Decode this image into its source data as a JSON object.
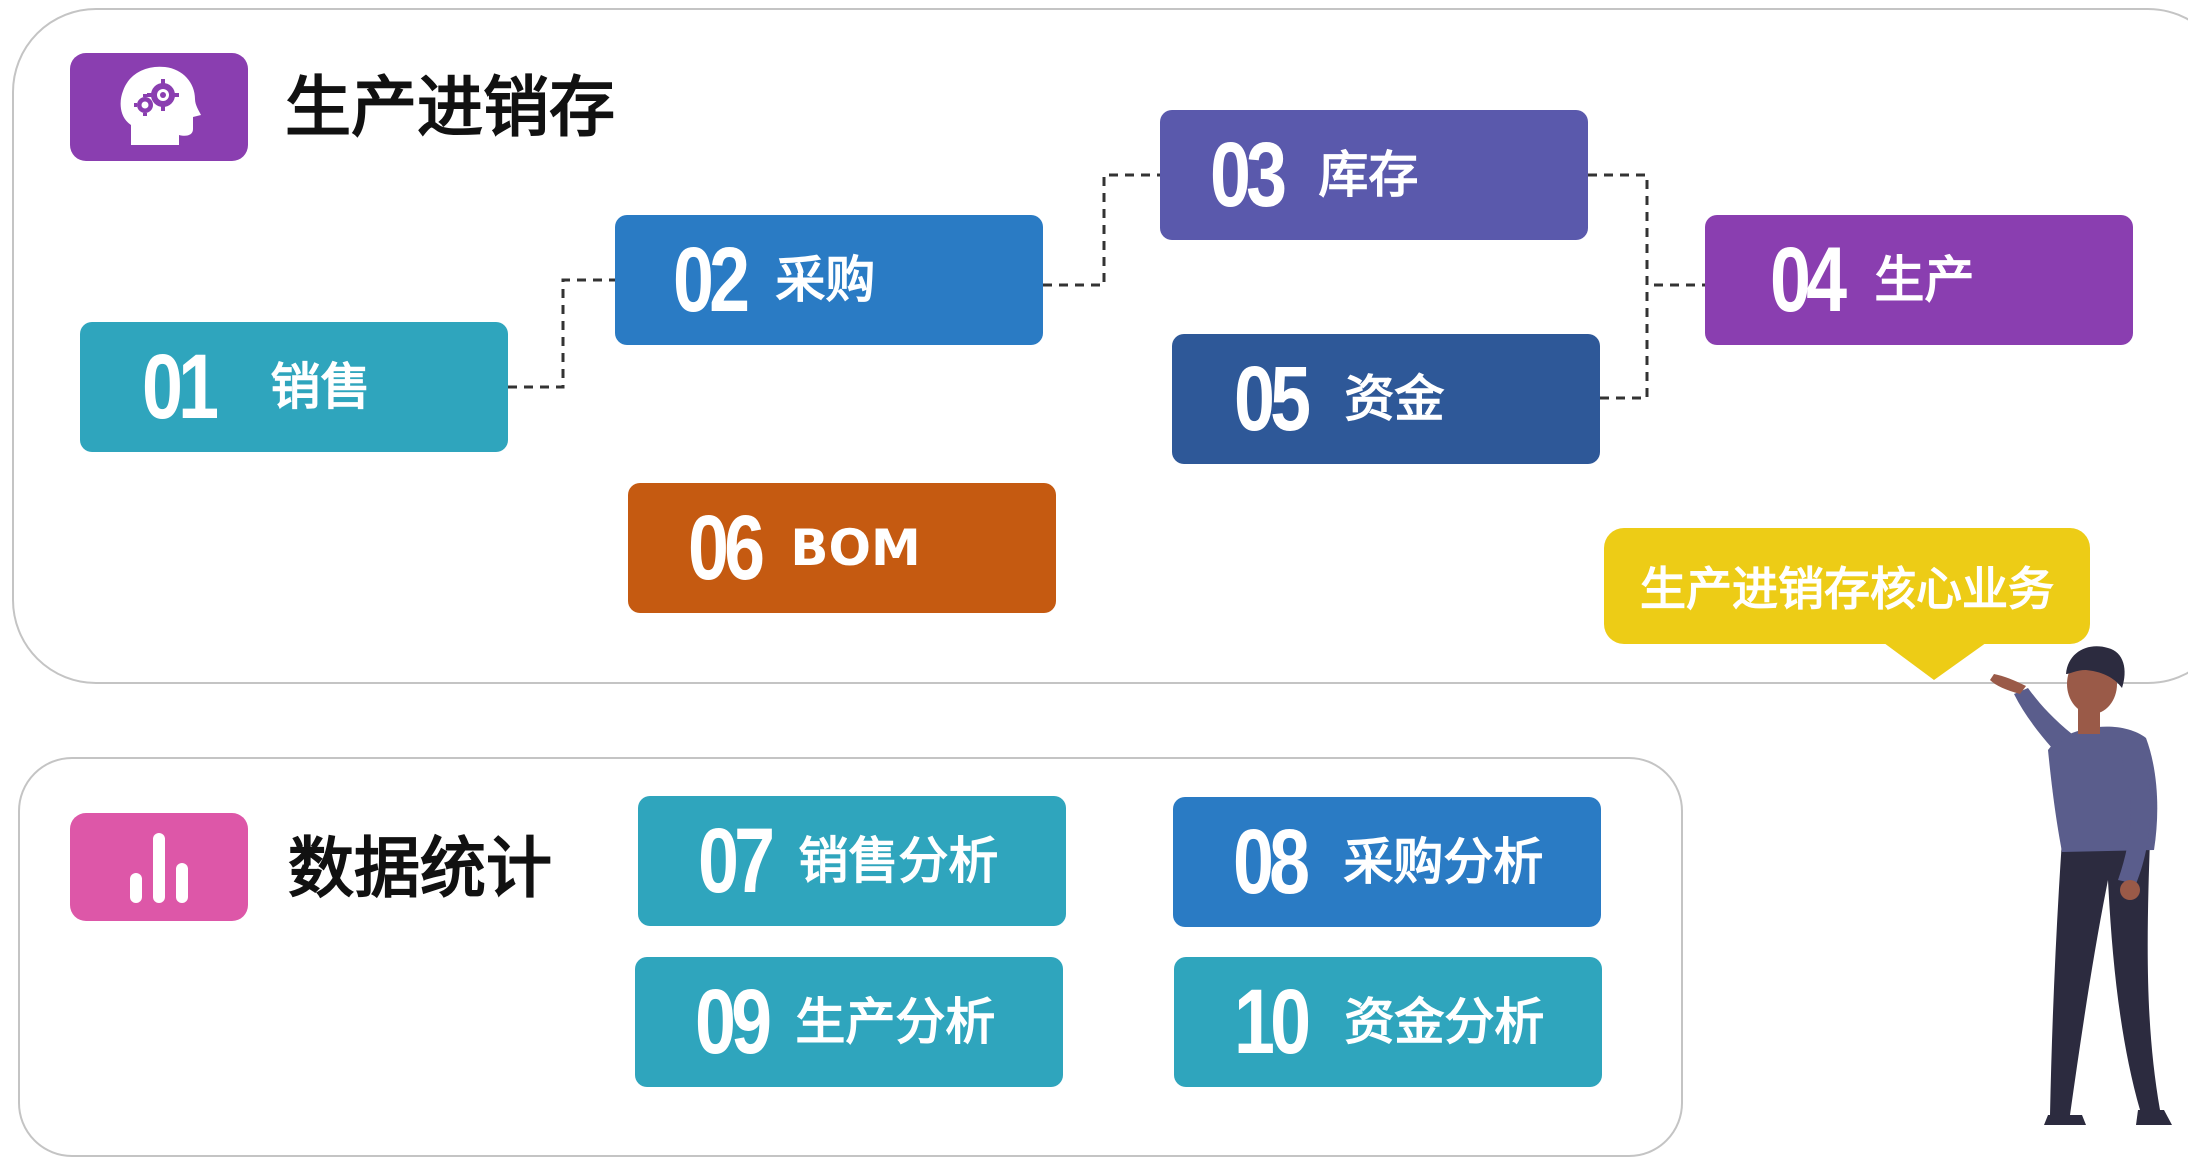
{
  "sections": {
    "top_title": "生产进销存",
    "bottom_title": "数据统计"
  },
  "nodes": [
    {
      "num": "01",
      "label": "销售"
    },
    {
      "num": "02",
      "label": "采购"
    },
    {
      "num": "03",
      "label": "库存"
    },
    {
      "num": "04",
      "label": "生产"
    },
    {
      "num": "05",
      "label": "资金"
    },
    {
      "num": "06",
      "label": "BOM"
    },
    {
      "num": "07",
      "label": "销售分析"
    },
    {
      "num": "08",
      "label": "采购分析"
    },
    {
      "num": "09",
      "label": "生产分析"
    },
    {
      "num": "10",
      "label": "资金分析"
    }
  ],
  "callout": "生产进销存核心业务",
  "icons": {
    "top": "brain-gears-icon",
    "bottom": "bar-chart-icon"
  },
  "colors": {
    "teal": "#2fa5bd",
    "blue": "#2a7bc4",
    "indigo": "#5a59ac",
    "purple": "#8a3eb0",
    "navy": "#2e5898",
    "orange": "#c55a11",
    "pink": "#dd57a8",
    "yellow": "#edcc16"
  }
}
